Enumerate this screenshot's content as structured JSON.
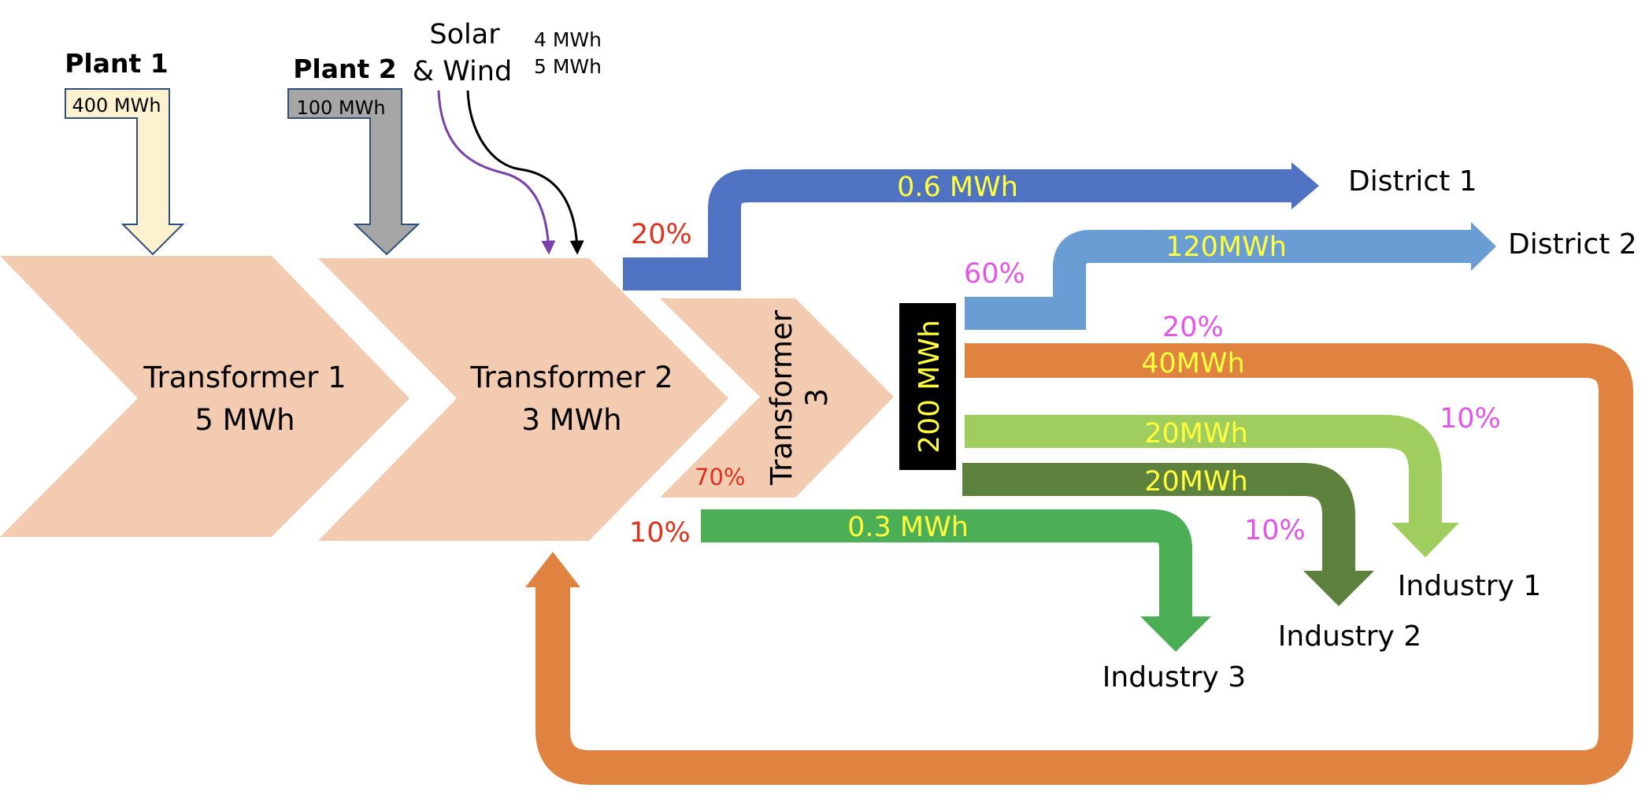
{
  "sources": {
    "plant1": {
      "name": "Plant 1",
      "value": "400 MWh",
      "color": "#fcf2cf"
    },
    "plant2": {
      "name": "Plant 2",
      "value": "100 MWh",
      "color": "#a6a6a6"
    },
    "solar_wind": {
      "name_line1": "Solar",
      "name_line2": "& Wind",
      "value1": "4 MWh",
      "value2": "5 MWh"
    }
  },
  "transformers": {
    "t1": {
      "line1": "Transformer 1",
      "line2": "5 MWh"
    },
    "t2": {
      "line1": "Transformer 2",
      "line2": "3 MWh"
    },
    "t3": {
      "line1": "Transformer",
      "line2": "3"
    },
    "color": "#f3cbb0"
  },
  "hub": {
    "value": "200 MWh"
  },
  "flows": {
    "district1": {
      "pct": "20%",
      "value": "0.6 MWh",
      "dest": "District 1",
      "color": "#4f72c3"
    },
    "district2": {
      "pct": "60%",
      "value": "120MWh",
      "dest": "District 2",
      "color": "#6a9dd4"
    },
    "loop": {
      "pct": "20%",
      "value": "40MWh",
      "color": "#e08341"
    },
    "industry1": {
      "pct": "10%",
      "value": "20MWh",
      "dest": "Industry 1",
      "color": "#9fcd5e"
    },
    "industry2": {
      "pct": "10%",
      "value": "20MWh",
      "dest": "Industry 2",
      "color": "#5e823e"
    },
    "industry3": {
      "pct": "10%",
      "value": "0.3 MWh",
      "dest": "Industry 3",
      "color": "#4caf56"
    },
    "t3_pct": "70%"
  },
  "colors": {
    "red_pct": "#e0311f",
    "magenta_pct": "#e454e6",
    "yellow_label": "#ffff3d",
    "solar_line": "#7a3fa8"
  }
}
